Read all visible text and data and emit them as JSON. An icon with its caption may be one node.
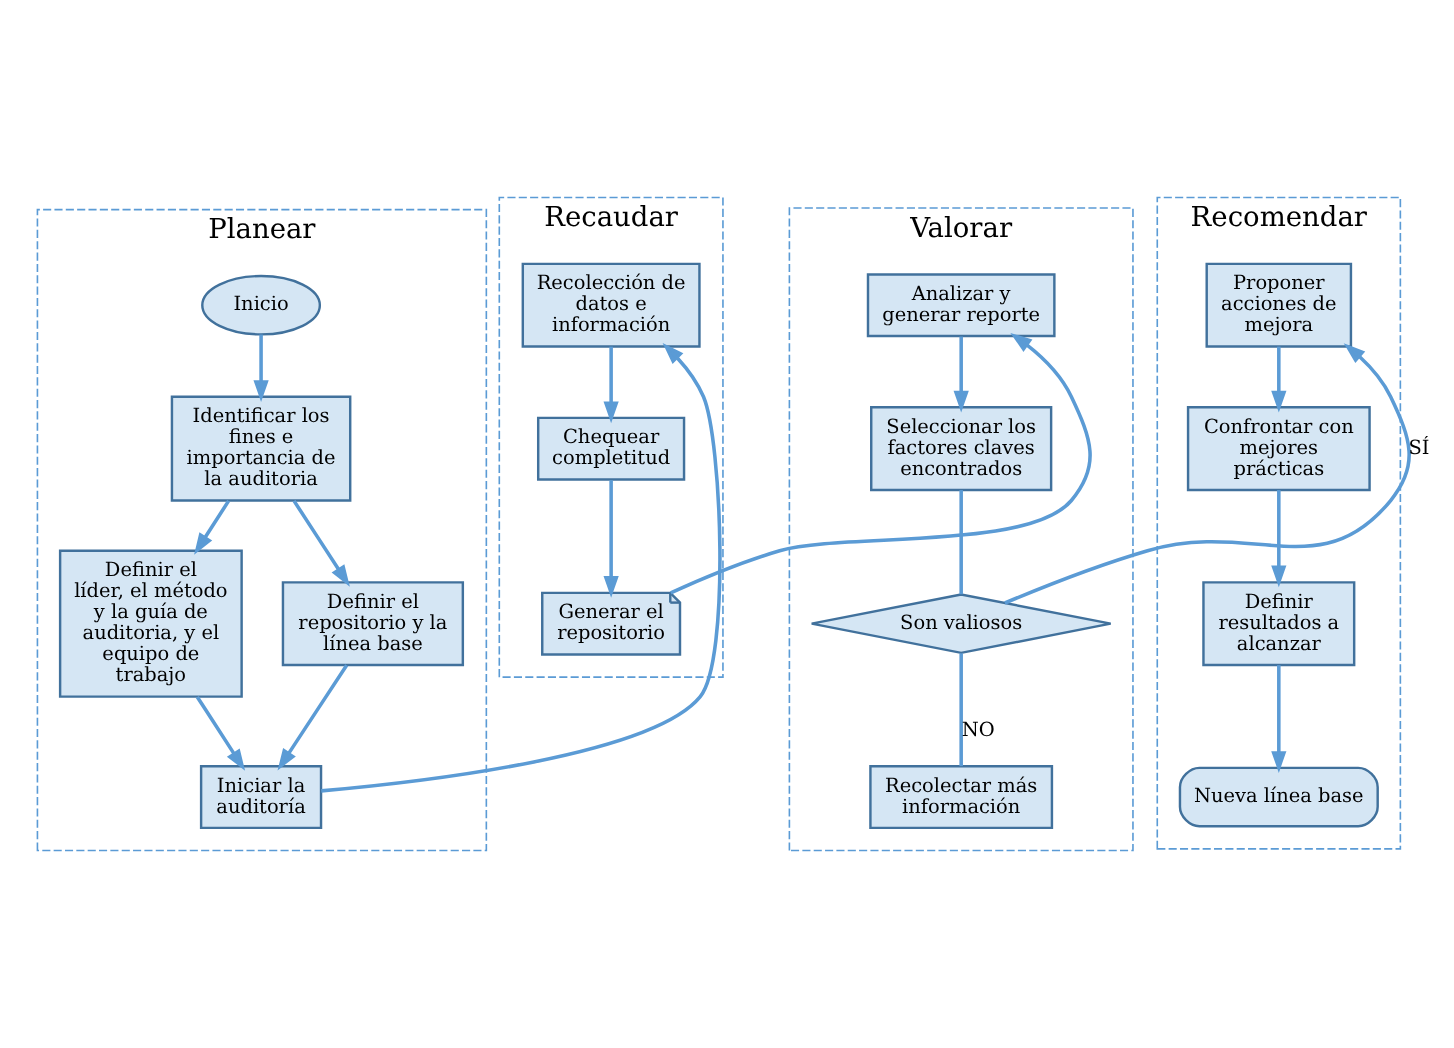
{
  "diagram": {
    "nodes": [
      {
        "text": [
          "Planear"
        ]
      },
      {
        "text": [
          "Inicio"
        ],
        "in": 0
      },
      {
        "text": [
          "Identificar los fines e importancia de la auditoria"
        ],
        "in": 0
      },
      {
        "text": [
          "Definir el líder, el método y la guía de auditoria, y el equipo de trabajo"
        ],
        "in": 0
      },
      {
        "text": [
          "Definir el repositorio y la línea base"
        ],
        "in": 0
      },
      {
        "text": [
          "Iniciar la auditoría"
        ],
        "in": 0
      },
      {
        "text": [
          "Recaudar"
        ]
      },
      {
        "text": [
          "Recolección de datos e información"
        ],
        "in": 6
      },
      {
        "text": [
          "Chequear completitud"
        ],
        "in": 6
      },
      {
        "text": [
          "Generar el repositorio"
        ],
        "in": 6
      },
      {
        "text": [
          "Valorar"
        ]
      },
      {
        "text": [
          "Analizar y generar reporte"
        ],
        "in": 10
      },
      {
        "text": [
          "Seleccionar los factores claves encontrados"
        ],
        "in": 10
      },
      {
        "text": [
          "Son valiosos"
        ],
        "in": 10
      },
      {
        "text": [
          "Recolectar más información"
        ],
        "in": 10
      },
      {
        "text": [
          "Recomendar"
        ]
      },
      {
        "text": [
          "Proponer acciones de mejora"
        ],
        "in": 15
      },
      {
        "text": [
          "Confrontar con mejores prácticas"
        ],
        "in": 15
      },
      {
        "text": [
          "Definir resultados a alcanzar"
        ],
        "in": 15
      },
      {
        "text": [
          "Nueva línea base"
        ],
        "in": 15
      }
    ],
    "edges": [
      {
        "from": 1,
        "to": 2,
        "arrow": "to"
      },
      {
        "from": 2,
        "to": 3,
        "arrow": "to"
      },
      {
        "from": 2,
        "to": 4,
        "arrow": "to"
      },
      {
        "from": 3,
        "to": 5,
        "arrow": "to"
      },
      {
        "from": 4,
        "to": 5,
        "arrow": "to"
      },
      {
        "from": 5,
        "to": 7,
        "arrow": "to"
      },
      {
        "from": 7,
        "to": 8,
        "arrow": "to"
      },
      {
        "from": 8,
        "to": 9,
        "arrow": "to"
      },
      {
        "from": 9,
        "to": 11,
        "arrow": "to"
      },
      {
        "from": 11,
        "to": 12,
        "arrow": "to"
      },
      {
        "from": 12,
        "to": 13,
        "arrow": "none"
      },
      {
        "from": 13,
        "to": 16,
        "arrow": "to",
        "label": "SÍ"
      },
      {
        "from": 13,
        "to": 14,
        "arrow": "none",
        "label": "NO"
      },
      {
        "from": 16,
        "to": 17,
        "arrow": "to"
      },
      {
        "from": 17,
        "to": 18,
        "arrow": "to"
      },
      {
        "from": 18,
        "to": 19,
        "arrow": "to"
      }
    ]
  }
}
